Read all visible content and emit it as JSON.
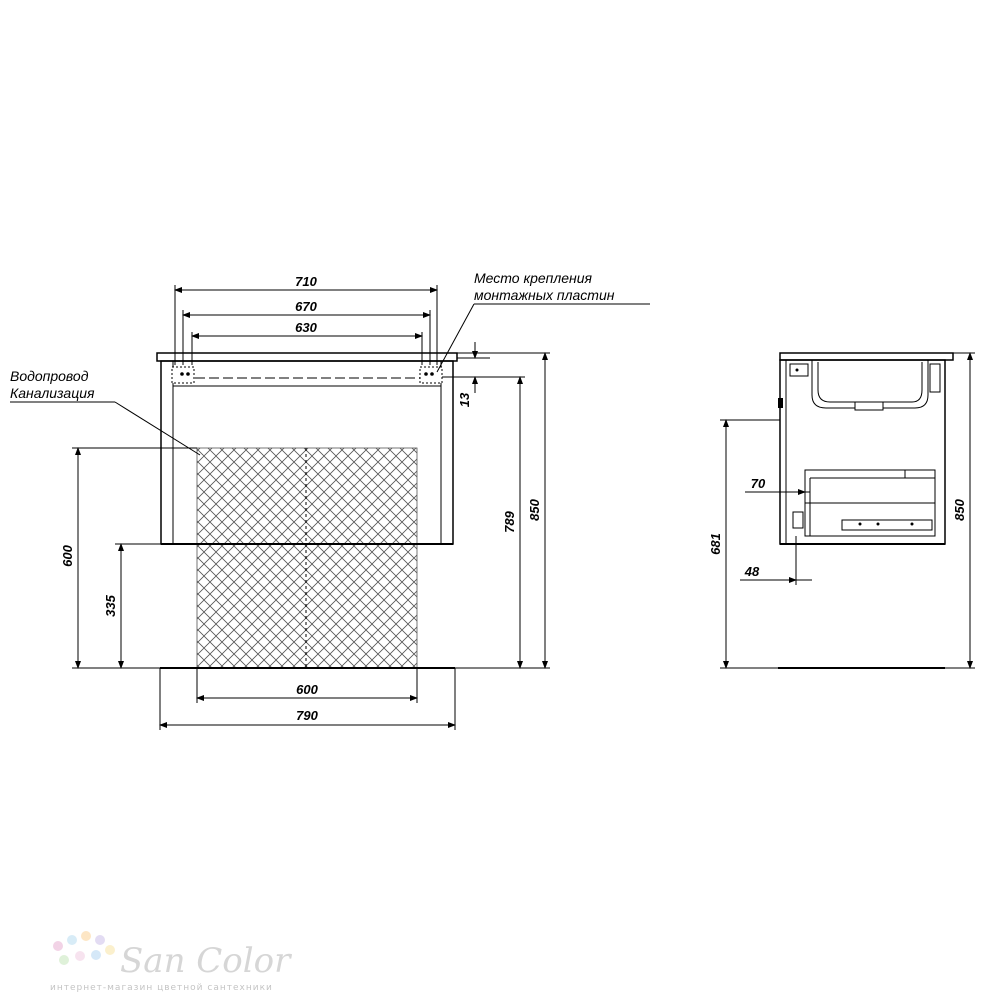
{
  "front_view": {
    "dims": {
      "top_outer": "710",
      "top_middle": "670",
      "top_inner": "630",
      "plate_offset": "13",
      "height_mid": "789",
      "height_total": "850",
      "left_zone": "600",
      "left_low": "335",
      "bottom_zone": "600",
      "bottom_total": "790"
    },
    "labels": {
      "mount_line1": "Место крепления",
      "mount_line2": "монтажных пластин",
      "pipe_line1": "Водопровод",
      "pipe_line2": "Канализация"
    }
  },
  "side_view": {
    "dims": {
      "drawer_offset": "70",
      "bottom_offset": "48",
      "height_mid": "681",
      "height_total": "850"
    }
  },
  "watermark": {
    "brand": "San Color",
    "tagline": "интернет-магазин цветной сантехники"
  }
}
